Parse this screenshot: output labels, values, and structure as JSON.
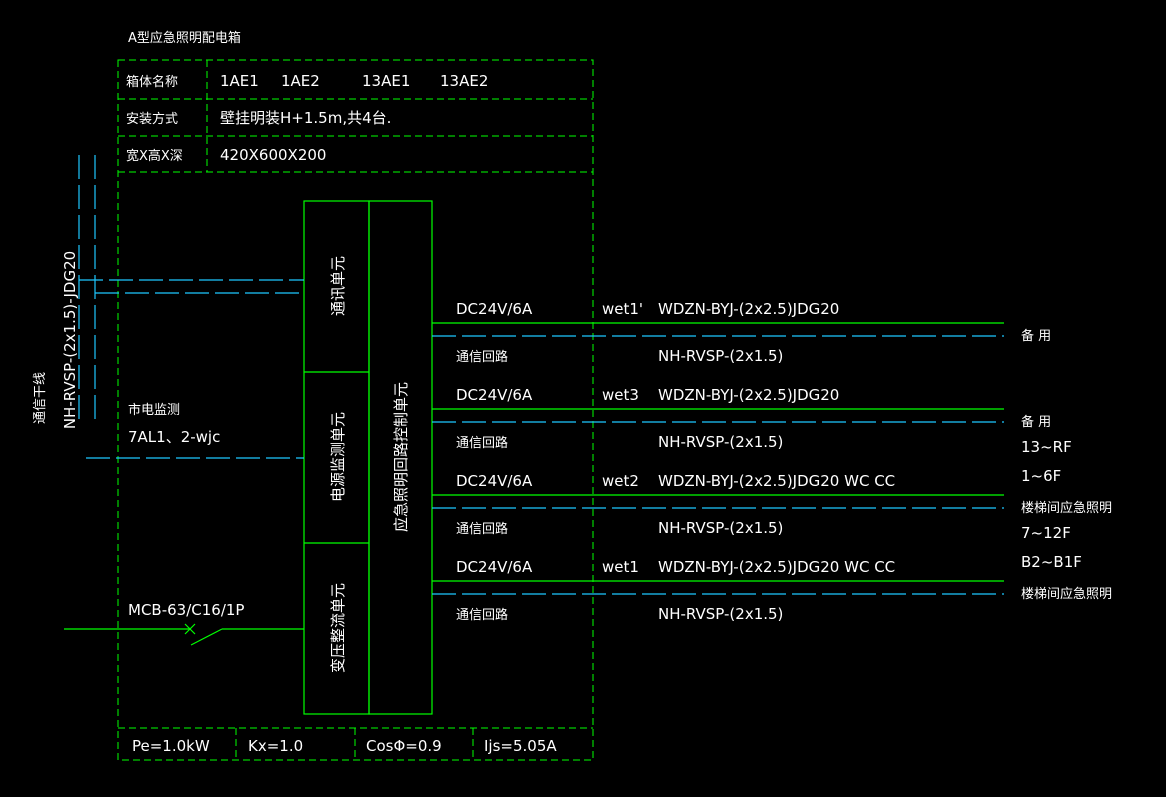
{
  "title": "A型应急照明配电箱",
  "header_table": {
    "rows": [
      {
        "label": "箱体名称",
        "values": [
          "1AE1",
          "1AE2",
          "13AE1",
          "13AE2"
        ]
      },
      {
        "label": "安装方式",
        "values": [
          "壁挂明装H+1.5m,共4台."
        ]
      },
      {
        "label": "宽X高X深",
        "values": [
          "420X600X200"
        ]
      }
    ]
  },
  "units": {
    "comm": "通讯单元",
    "power_monitor": "电源监测单元",
    "transformer": "变压整流单元",
    "control": "应急照明回路控制单元"
  },
  "left": {
    "trunk_label": "通信干线",
    "trunk_cable": "NH-RVSP-(2x1.5)-JDG20",
    "monitor_label": "市电监测",
    "monitor_src": "7AL1、2-wjc",
    "breaker": "MCB-63/C16/1P"
  },
  "circuits": [
    {
      "rating": "DC24V/6A",
      "id": "wet1'",
      "cable": "WDZN-BYJ-(2x2.5)JDG20",
      "comm_label": "通信回路",
      "comm_cable": "NH-RVSP-(2x1.5)",
      "dest_top": "",
      "dest_bottom": "备  用"
    },
    {
      "rating": "DC24V/6A",
      "id": "wet3",
      "cable": "WDZN-BYJ-(2x2.5)JDG20",
      "comm_label": "通信回路",
      "comm_cable": "NH-RVSP-(2x1.5)",
      "dest_top": "",
      "dest_bottom": "备  用"
    },
    {
      "rating": "DC24V/6A",
      "id": "wet2",
      "cable": "WDZN-BYJ-(2x2.5)JDG20  WC  CC",
      "comm_label": "通信回路",
      "comm_cable": "NH-RVSP-(2x1.5)",
      "dest_top": "13~RF",
      "dest_mid": "1~6F",
      "dest_bottom": "楼梯间应急照明"
    },
    {
      "rating": "DC24V/6A",
      "id": "wet1",
      "cable": "WDZN-BYJ-(2x2.5)JDG20  WC  CC",
      "comm_label": "通信回路",
      "comm_cable": "NH-RVSP-(2x1.5)",
      "dest_top": "7~12F",
      "dest_mid": "B2~B1F",
      "dest_bottom": "楼梯间应急照明"
    }
  ],
  "footer": {
    "pe": "Pe=1.0kW",
    "kx": "Kx=1.0",
    "cos": "CosΦ=0.9",
    "ijs": "Ijs=5.05A"
  },
  "colors": {
    "background": "#000000",
    "box_green": "#00ff00",
    "power_line": "#00ff00",
    "comm_line": "#1ec8ff",
    "text": "#ffffff"
  }
}
